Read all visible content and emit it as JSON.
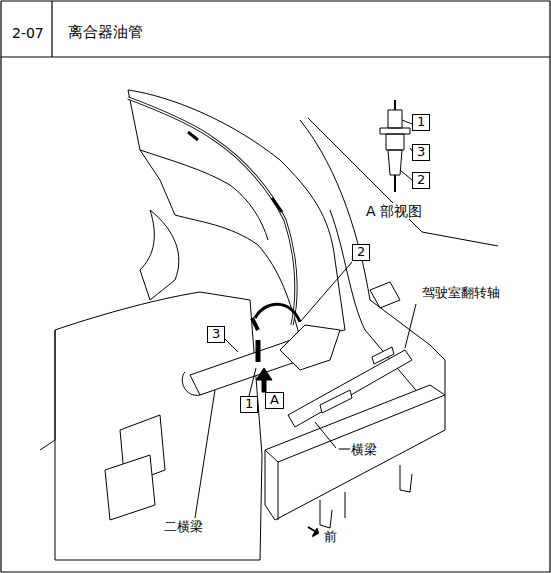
{
  "diagram": {
    "title": "离合器油管",
    "labels": [
      "2-07",
      "1",
      "3",
      "2",
      "A 部视图",
      "2",
      "驾驶室翻转轴",
      "3",
      "A",
      "1",
      "一横梁",
      "二横梁",
      "前"
    ]
  }
}
